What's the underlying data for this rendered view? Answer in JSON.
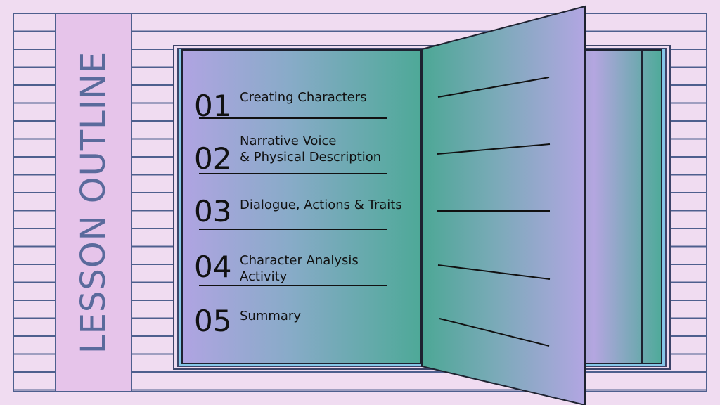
{
  "slide": {
    "title": "LESSON OUTLINE",
    "items": [
      {
        "number": "01",
        "line1": "Creating Characters",
        "line2": ""
      },
      {
        "number": "02",
        "line1": "Narrative Voice",
        "line2": "& Physical Description"
      },
      {
        "number": "03",
        "line1": "Dialogue, Actions & Traits",
        "line2": ""
      },
      {
        "number": "04",
        "line1": "Character Analysis",
        "line2": "Activity"
      },
      {
        "number": "05",
        "line1": "Summary",
        "line2": ""
      }
    ]
  },
  "colors": {
    "background": "#f0dcf1",
    "stripe": "#4e5f8e",
    "side_band": "#e6c4ea",
    "title_text": "#5a6a9c",
    "book_cover": "#86c7e8",
    "page_green": "#4ea998",
    "page_lavender": "#b0a4e2"
  }
}
